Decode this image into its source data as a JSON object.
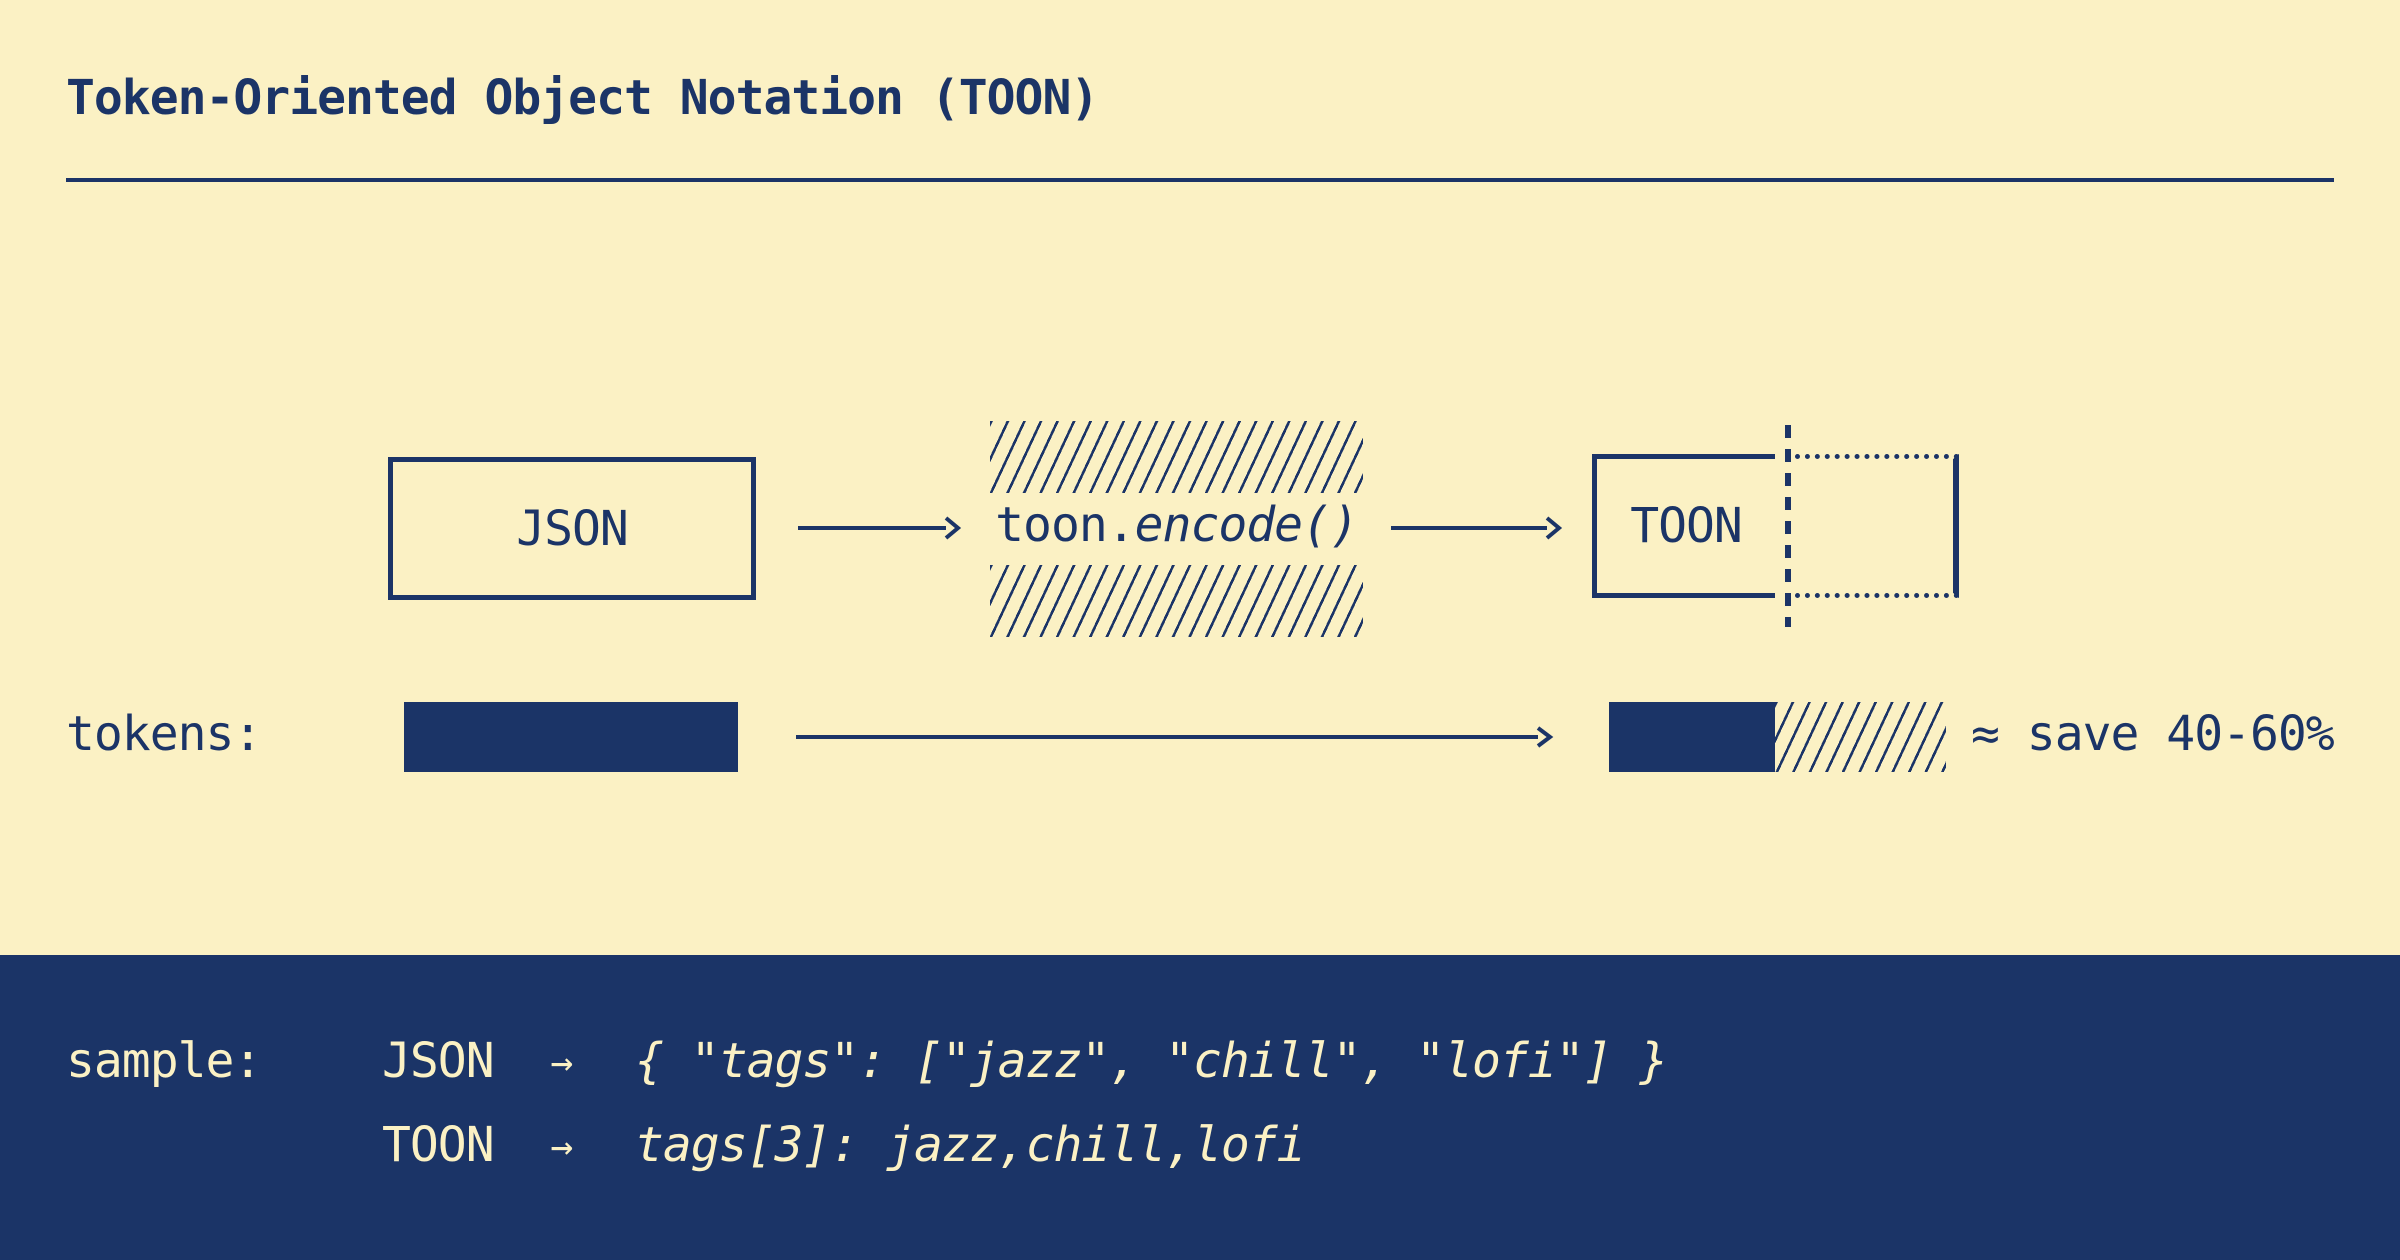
{
  "title": "Token-Oriented Object Notation (TOON)",
  "flow": {
    "input_label": "JSON",
    "encode_prefix": "toon.",
    "encode_call": "encode()",
    "output_label": "TOON"
  },
  "tokens_row": {
    "label": "tokens:",
    "savings_note": "≈ save 40-60%"
  },
  "sample": {
    "label": "sample:",
    "rows": [
      {
        "format": "JSON",
        "arrow": "→",
        "code": "{ \"tags\": [\"jazz\", \"chill\", \"lofi\"] }"
      },
      {
        "format": "TOON",
        "arrow": "→",
        "code": "tags[3]: jazz,chill,lofi"
      }
    ]
  },
  "colors": {
    "navy": "#1B3467",
    "cream": "#FBF1C4"
  }
}
